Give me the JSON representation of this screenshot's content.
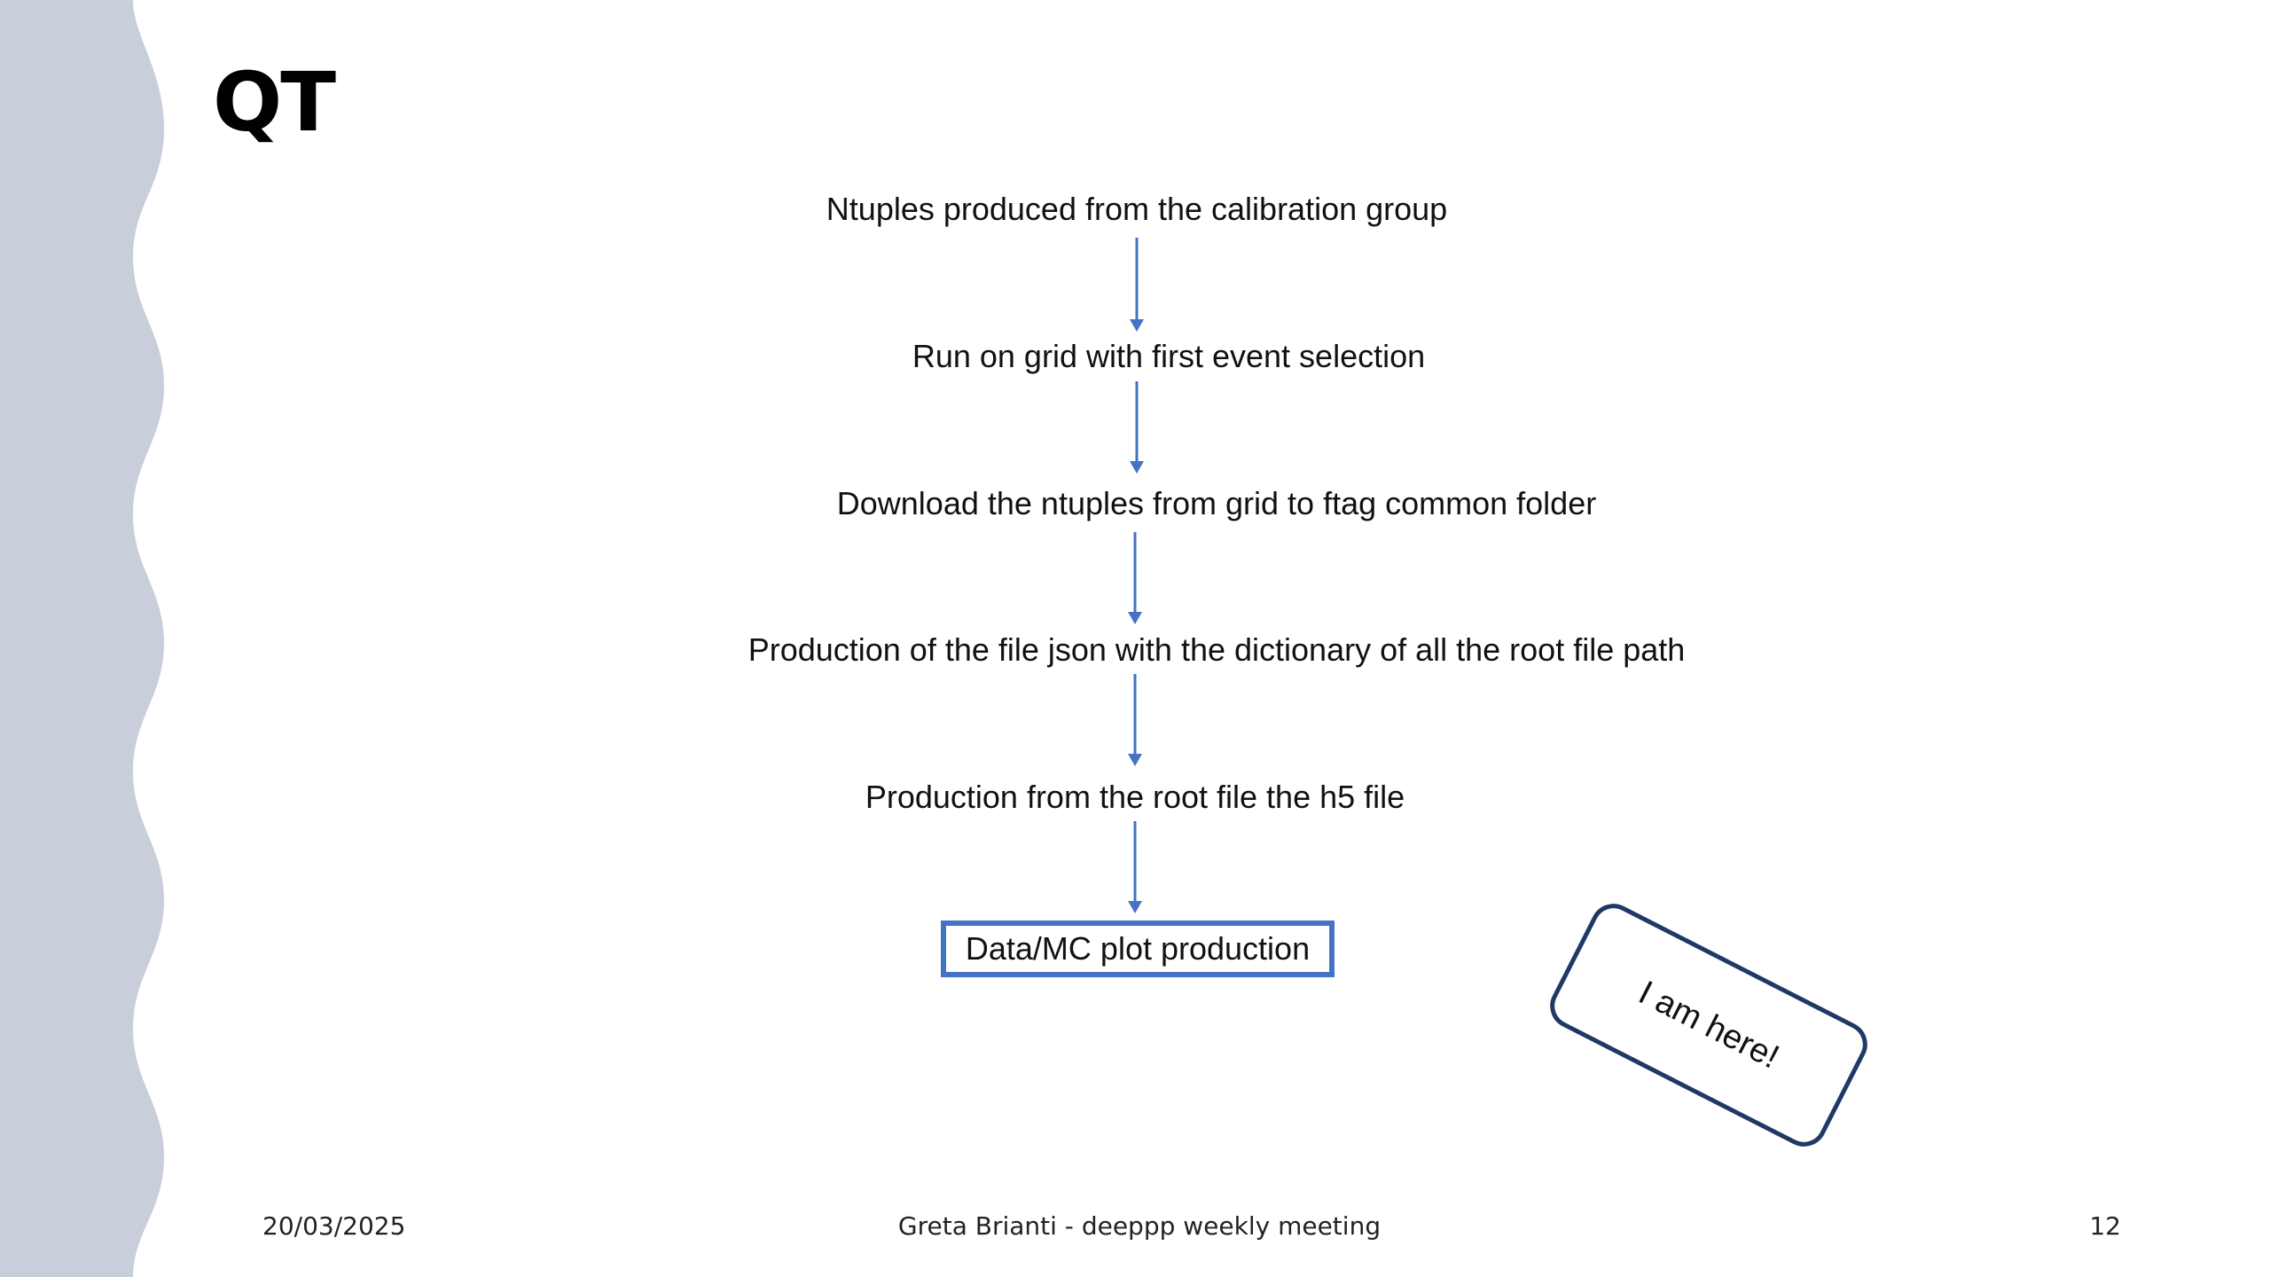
{
  "slide": {
    "title": "QT",
    "colors": {
      "accent": "#4472c4",
      "sticker_border": "#1f3864",
      "wave_band": "#c9cedb"
    }
  },
  "flow": {
    "steps": [
      "Ntuples produced from the calibration group",
      "Run on grid with first event selection",
      "Download the ntuples from grid to ftag common folder",
      "Production of the file json with the dictionary of all the root file path",
      "Production from the root file the h5 file"
    ],
    "final_step": "Data/MC plot production"
  },
  "sticker": {
    "text": "I am here!"
  },
  "footer": {
    "date": "20/03/2025",
    "presenter": "Greta Brianti - deeppp weekly meeting",
    "page_number": "12"
  }
}
